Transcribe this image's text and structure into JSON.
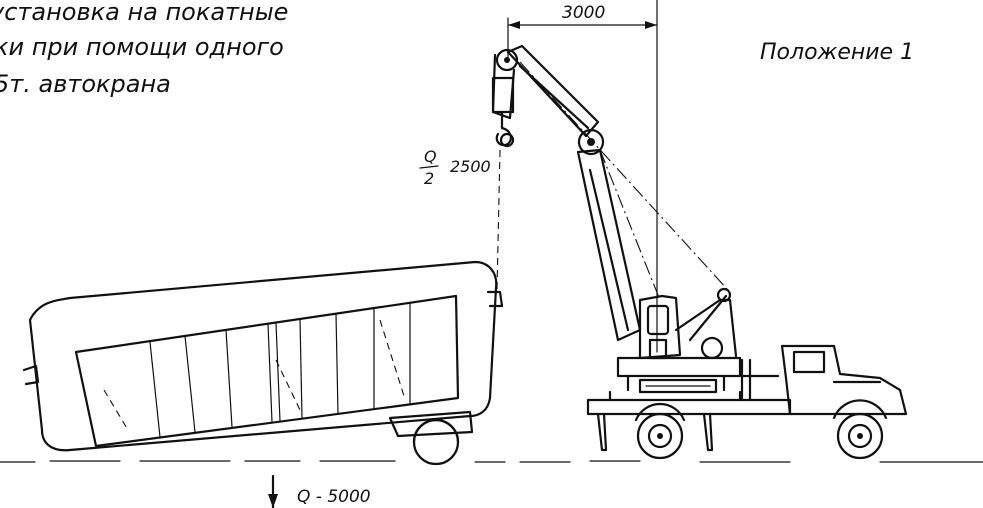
{
  "title_lines": [
    "установка на покатные",
    "ки при помощи одного",
    "5т. автокрана"
  ],
  "position_label": "Положение 1",
  "dimensions": {
    "boom_reach": "3000",
    "hook_load_fraction_top": "Q",
    "hook_load_fraction_bottom": "2",
    "hook_load_value": "2500",
    "total_load": "Q - 5000"
  },
  "icons": {
    "crane_truck": "crane-truck-icon",
    "load_body": "car-body-icon",
    "hook": "hook-icon"
  }
}
